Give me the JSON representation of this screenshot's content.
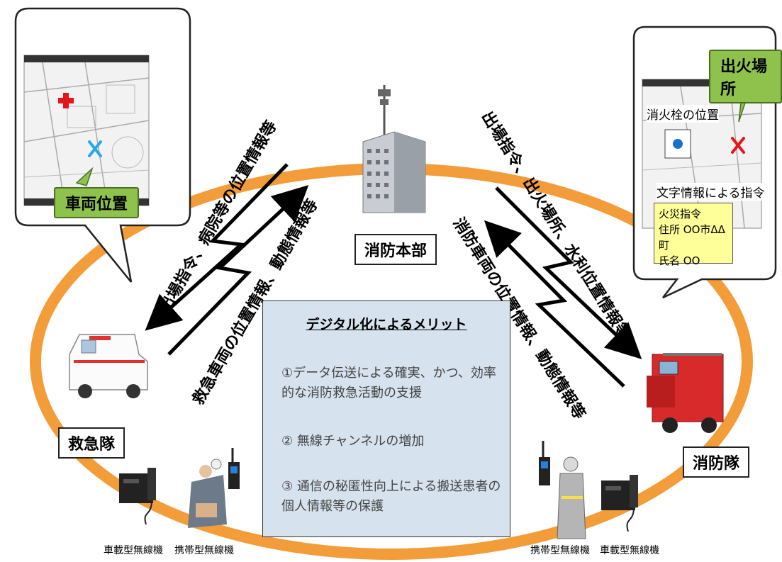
{
  "center": {
    "hq_label": "消防本部"
  },
  "teams": {
    "ambulance": "救急隊",
    "fire": "消防隊"
  },
  "left_callout": {
    "vehicle_position": "車両位置"
  },
  "right_callout": {
    "fire_location": "出火場所",
    "hydrant_position": "消火栓の位置",
    "text_instruction": "文字情報による指令",
    "note_lines": [
      "火災指令",
      "住所 OO市ΔΔ町",
      "氏名 OO"
    ]
  },
  "arrows": {
    "left_outer": "出場指令、病院等の位置情報等",
    "left_inner": "救急車両の位置情報、動態情報等",
    "right_outer": "出場指令、出火場所、水利位置情報等",
    "right_inner": "消防車両の位置情報、動態情報等"
  },
  "benefits": {
    "title": "デジタル化によるメリット",
    "items": [
      "①データ伝送による確実、かつ、効率的な消防救急活動の支援",
      "② 無線チャンネルの増加",
      "③ 通信の秘匿性向上による搬送患者の個人情報等の保護"
    ]
  },
  "captions": {
    "left_vehicle_radio": "車載型無線機",
    "left_portable_radio": "携帯型無線機",
    "right_portable_radio": "携帯型無線機",
    "right_vehicle_radio": "車載型無線機"
  },
  "colors": {
    "ring": "#f39c3a",
    "benefit_bg": "#d6e2ee",
    "green_tag": "#8fc24d",
    "note_bg": "#ffff99",
    "fire_truck": "#d82a2a",
    "cross_red": "#e8141c",
    "cross_blue": "#29a9e1",
    "hydrant_blue": "#1e6fd0"
  }
}
